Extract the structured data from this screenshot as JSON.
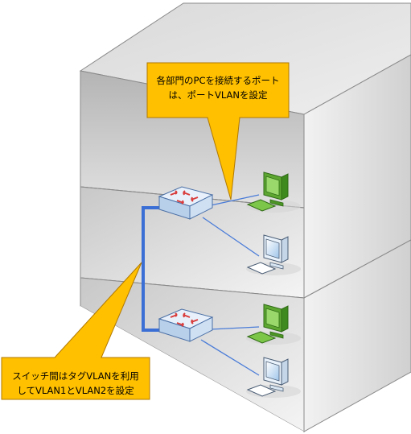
{
  "callouts": {
    "top": {
      "line1": "各部門のPCを接続するポート",
      "line2": "は、ポートVLANを設定"
    },
    "bottom": {
      "line1": "スイッチ間はタグVLANを利用",
      "line2": "してVLAN1とVLAN2を設定"
    }
  },
  "colors": {
    "callout_fill": "#FFC000",
    "callout_border": "#B07800",
    "trunk_link": "#3B6FD6",
    "access_link": "#4A7CD8",
    "pc_green": "#7CC64A",
    "pc_blue": "#CFE3F7",
    "switch_fill": "#DCE9F7",
    "switch_arrows": "#D93A3A"
  },
  "icons": {
    "switch": "network-switch-icon",
    "pc": "desktop-pc-icon"
  },
  "devices": {
    "floors": 2,
    "switches_per_floor": 1,
    "pcs_per_floor": 2
  }
}
